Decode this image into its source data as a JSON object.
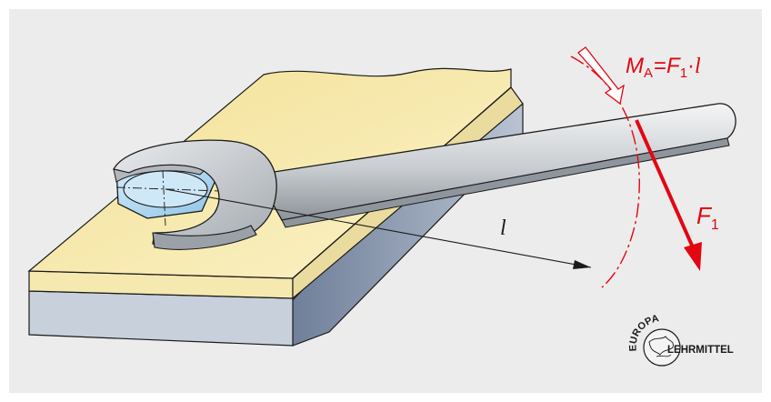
{
  "labels": {
    "moment_M": "M",
    "moment_sub": "A",
    "moment_eq": "=",
    "moment_F": "F",
    "moment_F_sub": "1",
    "moment_dot": "·",
    "moment_l": "l",
    "force_F": "F",
    "force_sub": "1",
    "lever_l": "l"
  },
  "logo": {
    "top_text": "EUROPA",
    "side_text": "LEHRMITTEL"
  },
  "colors": {
    "background": "#ececec",
    "plate_top": "#f7e9a6",
    "plate_side": "#eee2a8",
    "base_front": "#c9d1dd",
    "base_side": "#7a8aa3",
    "wrench_light": "#eef0f2",
    "wrench_dark": "#9aa0a6",
    "bolt": "#b7dcf2",
    "accent_red": "#e30613"
  }
}
